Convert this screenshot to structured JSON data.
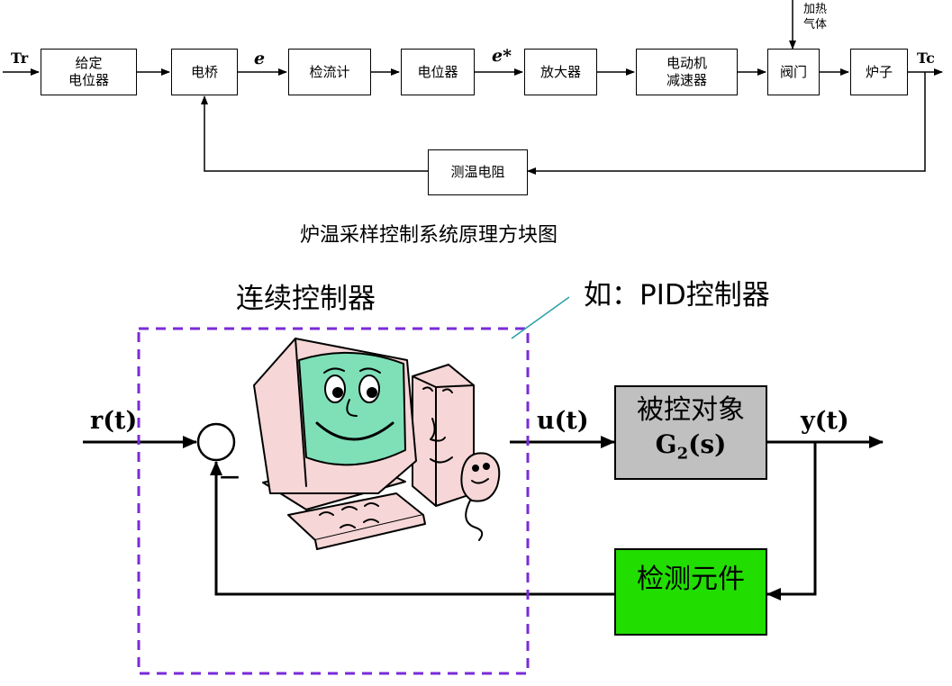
{
  "top_diagram": {
    "caption": "炉温采样控制系统原理方块图",
    "signals": {
      "input": "Tr",
      "error": "e",
      "sampled_error": "e*",
      "output": "Tc",
      "disturbance": "加热\n气体"
    },
    "blocks": {
      "setpoint": "给定\n电位器",
      "bridge": "电桥",
      "galvanometer": "检流计",
      "potentiometer": "电位器",
      "amplifier": "放大器",
      "motor_reducer": "电动机\n减速器",
      "valve": "阀门",
      "furnace": "炉子",
      "thermistor": "测温电阻"
    }
  },
  "bottom_diagram": {
    "controller_title": "连续控制器",
    "callout": "如：PID控制器",
    "signals": {
      "reference": "r(t)",
      "control": "u(t)",
      "output": "y(t)",
      "minus_sign": "—"
    },
    "plant": {
      "label": "被控对象",
      "transfer_prefix": "G",
      "transfer_subscript": "2",
      "transfer_suffix": "(s)"
    },
    "sensor": {
      "label": "检测元件"
    },
    "colors": {
      "plant_fill": "#c0c0c0",
      "sensor_fill": "#22dd00",
      "dashed_border": "#7a2bd8",
      "callout_line": "#2aa0a8",
      "monitor_face": "#7fe0b8",
      "computer_body": "#f6d6d6"
    }
  }
}
